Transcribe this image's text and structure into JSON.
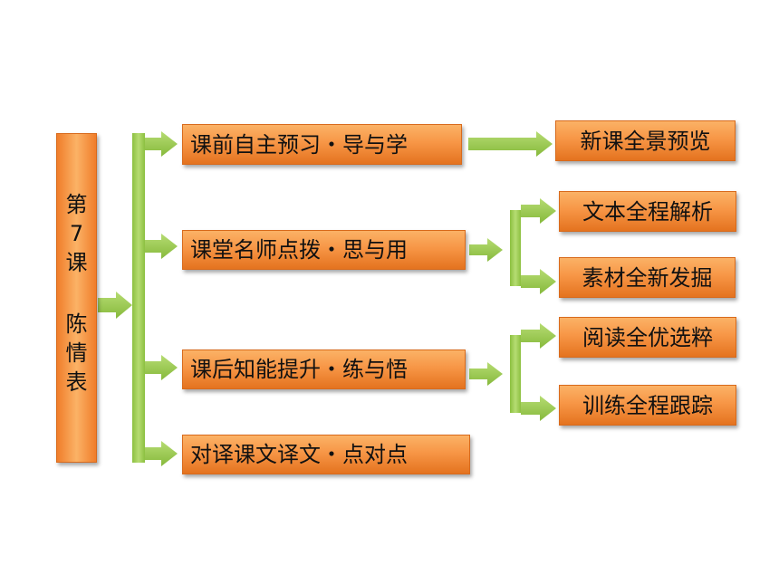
{
  "title": {
    "chars_top": [
      "第",
      "7",
      "课"
    ],
    "chars_bottom": [
      "陈",
      "情",
      "表"
    ]
  },
  "sections": [
    {
      "label": "课前自主预习・导与学"
    },
    {
      "label": "课堂名师点拨・思与用"
    },
    {
      "label": "课后知能提升・练与悟"
    },
    {
      "label": "对译课文译文・点对点"
    }
  ],
  "outcomes": [
    {
      "label": "新课全景预览"
    },
    {
      "label": "文本全程解析"
    },
    {
      "label": "素材全新发掘"
    },
    {
      "label": "阅读全优选粹"
    },
    {
      "label": "训练全程跟踪"
    }
  ],
  "colors": {
    "box": "#f79646",
    "arrow": "#9bcb4b"
  }
}
